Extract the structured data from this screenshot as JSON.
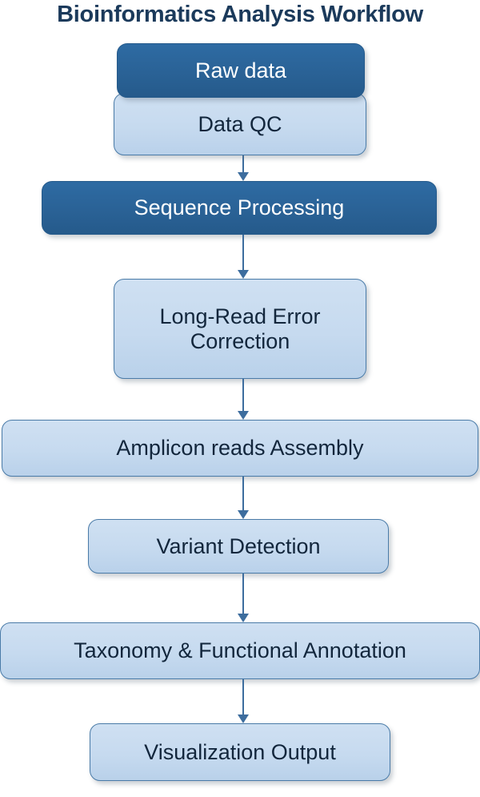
{
  "figure": {
    "title": "Bioinformatics Analysis Workflow",
    "type": "flowchart",
    "orientation": "top-to-bottom",
    "colors": {
      "title_text": "#1b3a5b",
      "dark_node_fill": "#2a6296",
      "dark_node_text": "#ffffff",
      "light_node_fill": "#c6daef",
      "light_node_border": "#4a7ba8",
      "light_node_text": "#12263c",
      "arrow": "#3d6d9e",
      "background": "#ffffff"
    }
  },
  "nodes": [
    {
      "id": "raw-data",
      "label": "Raw data",
      "style": "dark"
    },
    {
      "id": "data-qc",
      "label": "Data QC",
      "style": "light"
    },
    {
      "id": "seq-proc",
      "label": "Sequence Processing",
      "style": "dark"
    },
    {
      "id": "lre-corr",
      "label": "Long-Read Error\nCorrection",
      "style": "light"
    },
    {
      "id": "amplicon",
      "label": "Amplicon reads Assembly",
      "style": "light"
    },
    {
      "id": "variant",
      "label": "Variant Detection",
      "style": "light"
    },
    {
      "id": "taxonomy",
      "label": "Taxonomy & Functional Annotation",
      "style": "light"
    },
    {
      "id": "visualization",
      "label": "Visualization Output",
      "style": "light"
    }
  ],
  "edges": [
    {
      "id": "qc-to-seq",
      "from": "data-qc",
      "to": "seq-proc",
      "marker": "arrow"
    },
    {
      "id": "seq-to-lre",
      "from": "seq-proc",
      "to": "lre-corr",
      "marker": "arrow"
    },
    {
      "id": "lre-to-amp",
      "from": "lre-corr",
      "to": "amplicon",
      "marker": "arrow"
    },
    {
      "id": "amp-to-var",
      "from": "amplicon",
      "to": "variant",
      "marker": "arrow"
    },
    {
      "id": "var-to-tax",
      "from": "variant",
      "to": "taxonomy",
      "marker": "arrow"
    },
    {
      "id": "tax-to-vis",
      "from": "taxonomy",
      "to": "visualization",
      "marker": "arrow"
    }
  ]
}
